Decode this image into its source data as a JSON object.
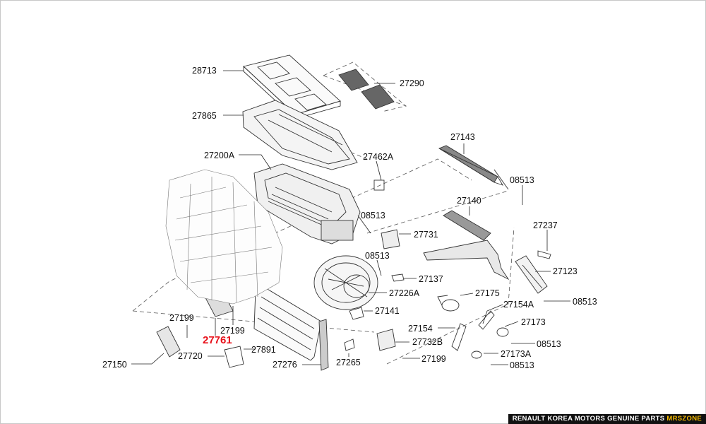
{
  "diagram": {
    "parts": [
      "28713",
      "27290",
      "27865",
      "27143",
      "27200A",
      "27462A",
      "08513",
      "08513",
      "27140",
      "27731",
      "27237",
      "08513",
      "27137",
      "27123",
      "27226A",
      "27175",
      "08513",
      "27141",
      "27154A",
      "27199",
      "27199",
      "27173",
      "27154",
      "27761",
      "27732B",
      "08513",
      "27891",
      "27720",
      "27173A",
      "27150",
      "27276",
      "27265",
      "27199",
      "08513"
    ],
    "highlight_color": "#e8101a"
  },
  "watermark": {
    "text": "RENAULT KOREA MOTORS GENUINE PARTS",
    "site": "MRSZONE"
  }
}
